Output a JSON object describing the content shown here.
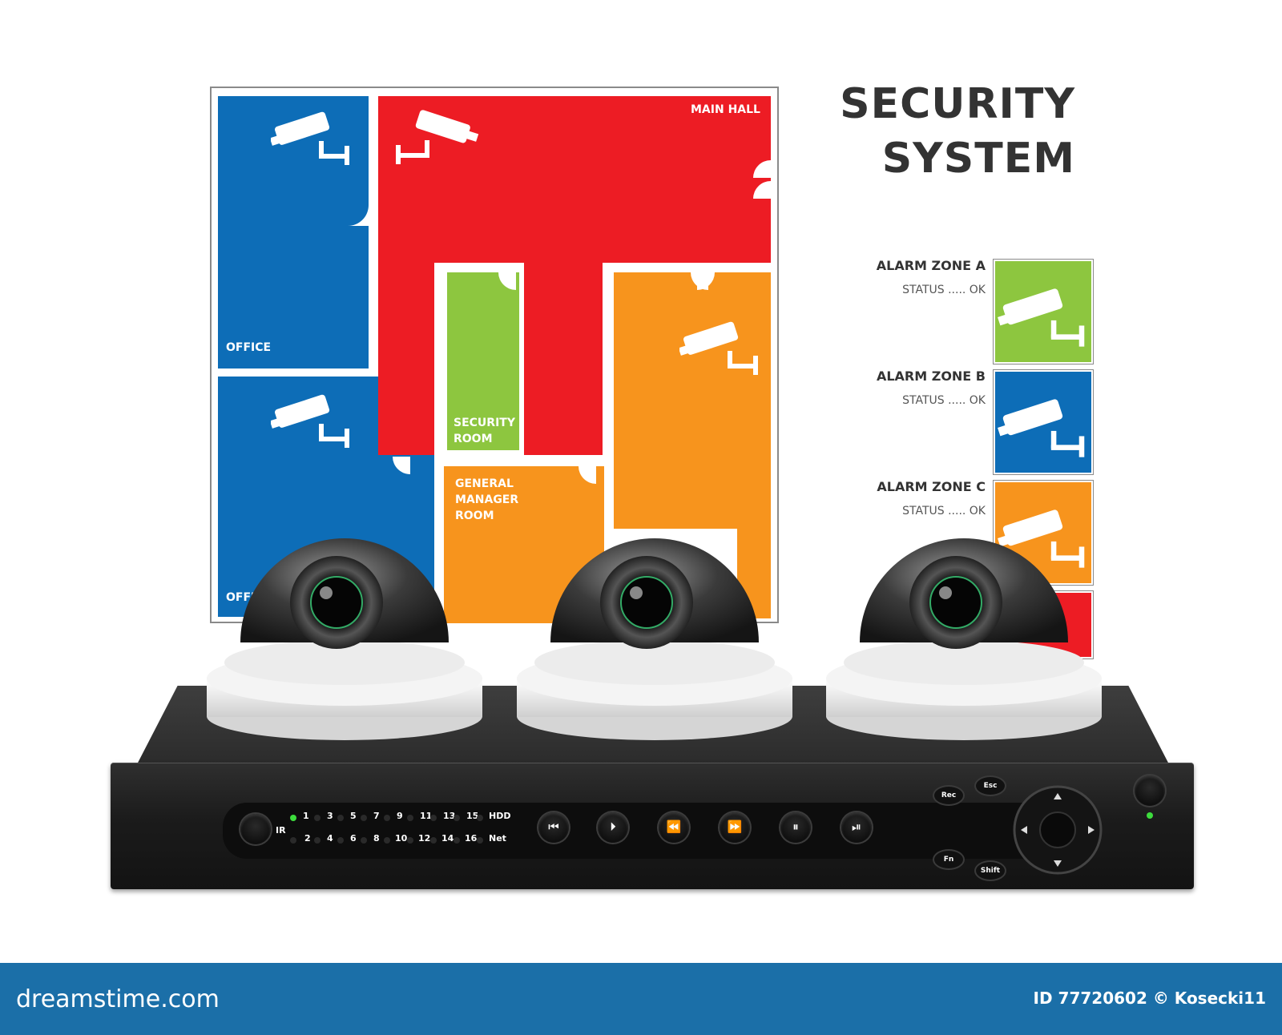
{
  "title": {
    "line1": "SECURITY",
    "line2": "SYSTEM"
  },
  "rooms": {
    "office_top": "OFFICE",
    "office_bottom": "OFFI",
    "main_hall": "MAIN HALL",
    "security_room_l1": "SECURITY",
    "security_room_l2": "ROOM",
    "gm_l1": "GENERAL",
    "gm_l2": "MANAGER",
    "gm_l3": "ROOM"
  },
  "zones": [
    {
      "name": "ALARM ZONE A",
      "status": "STATUS ..... OK",
      "color": "#8dc63f"
    },
    {
      "name": "ALARM ZONE B",
      "status": "STATUS ..... OK",
      "color": "#0d6db7"
    },
    {
      "name": "ALARM ZONE C",
      "status": "STATUS ..... OK",
      "color": "#f7941d"
    }
  ],
  "colors": {
    "blue": "#0d6db7",
    "red": "#ed1c24",
    "green": "#8dc63f",
    "orange": "#f7941d",
    "footer": "#1b6fa8"
  },
  "dvr": {
    "ir_label": "IR",
    "channels_top": [
      "1",
      "3",
      "5",
      "7",
      "9",
      "11",
      "13",
      "15",
      "HDD"
    ],
    "channels_bottom": [
      "2",
      "4",
      "6",
      "8",
      "10",
      "12",
      "14",
      "16",
      "Net"
    ],
    "buttons": {
      "rec": "Rec",
      "esc": "Esc",
      "fn": "Fn",
      "shift": "Shift"
    },
    "icons": [
      "prev-icon",
      "step-forward-icon",
      "rewind-icon",
      "fast-forward-icon",
      "step-back-icon",
      "play-pause-icon"
    ]
  },
  "footer": {
    "brand": "dreamstime.com",
    "credit": "ID 77720602 © Kosecki11"
  }
}
